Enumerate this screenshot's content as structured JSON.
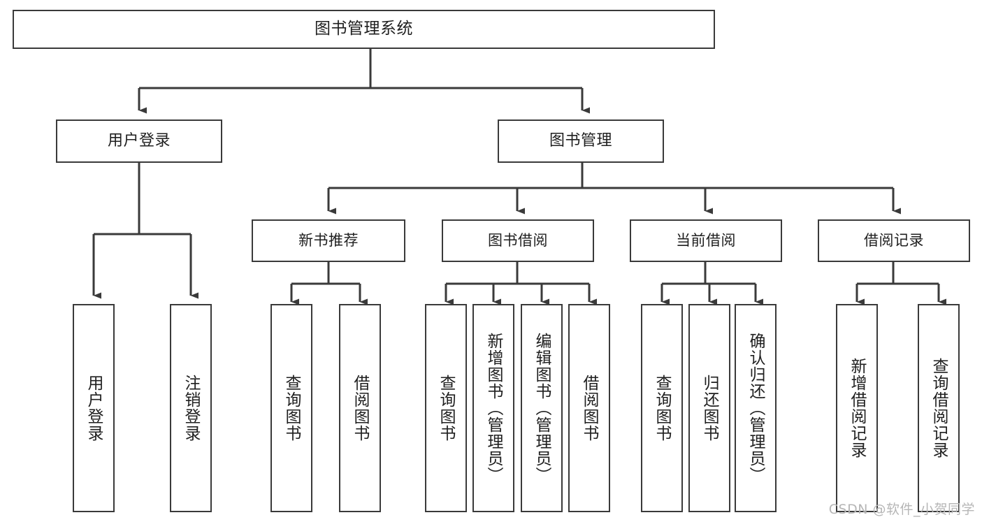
{
  "diagram": {
    "type": "tree-hierarchy",
    "title": "图书管理系统",
    "watermark": "CSDN @软件_小贺同学",
    "colors": {
      "stroke": "#3a3a3a",
      "fill": "#ffffff",
      "text": "#1f1f1f",
      "watermark": "#b6b6b6"
    },
    "nodes": {
      "root": {
        "label": "图书管理系统"
      },
      "level2": [
        {
          "id": "user-login",
          "label": "用户登录"
        },
        {
          "id": "book-management",
          "label": "图书管理"
        }
      ],
      "level3": [
        {
          "id": "new-book-recommend",
          "label": "新书推荐"
        },
        {
          "id": "book-borrow",
          "label": "图书借阅"
        },
        {
          "id": "current-borrow",
          "label": "当前借阅"
        },
        {
          "id": "borrow-record",
          "label": "借阅记录"
        }
      ],
      "leaves": {
        "user-login": [
          {
            "id": "leaf-user-login",
            "label": "用户登录"
          },
          {
            "id": "leaf-logout",
            "label": "注销登录"
          }
        ],
        "new-book-recommend": [
          {
            "id": "leaf-query-book-1",
            "label": "查询图书"
          },
          {
            "id": "leaf-borrow-book-1",
            "label": "借阅图书"
          }
        ],
        "book-borrow": [
          {
            "id": "leaf-query-book-2",
            "label": "查询图书"
          },
          {
            "id": "leaf-add-book",
            "label": "新增图书（管理员）"
          },
          {
            "id": "leaf-edit-book",
            "label": "编辑图书（管理员）"
          },
          {
            "id": "leaf-borrow-book-2",
            "label": "借阅图书"
          }
        ],
        "current-borrow": [
          {
            "id": "leaf-query-book-3",
            "label": "查询图书"
          },
          {
            "id": "leaf-return-book",
            "label": "归还图书"
          },
          {
            "id": "leaf-confirm-return",
            "label": "确认归还（管理员）"
          }
        ],
        "borrow-record": [
          {
            "id": "leaf-add-record",
            "label": "新增借阅记录"
          },
          {
            "id": "leaf-query-record",
            "label": "查询借阅记录"
          }
        ]
      }
    }
  }
}
